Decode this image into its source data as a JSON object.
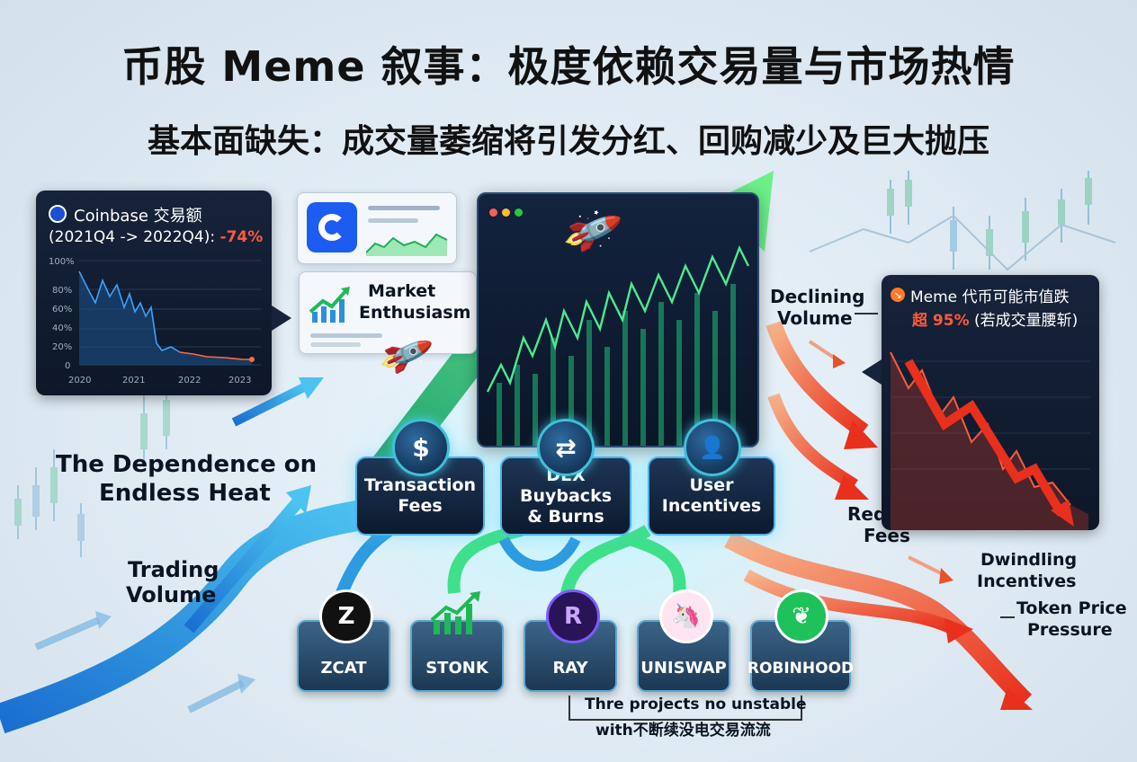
{
  "title": "币股 Meme 叙事：极度依赖交易量与市场热情",
  "subtitle": "基本面缺失：成交量萎缩将引发分红、回购减少及巨大抛压",
  "coinbase_panel": {
    "heading_line1": "Coinbase 交易额",
    "heading_line2": "(2021Q4 -> 2022Q4): ",
    "heading_change": "-74%",
    "y_ticks": [
      "100%",
      "80%",
      "60%",
      "40%",
      "20%",
      "0"
    ],
    "x_ticks": [
      "2020",
      "2021",
      "2022",
      "2023"
    ]
  },
  "market_card": {
    "line1": "Market",
    "line2": "Enthusiasm"
  },
  "left_labels": {
    "dependence_line1": "The Dependence on",
    "dependence_line2": "Endless Heat",
    "trading_line1": "Trading",
    "trading_line2": "Volume"
  },
  "nodes": [
    {
      "name": "transaction-fees",
      "line1": "Transaction",
      "line2": "Fees",
      "icon": "$"
    },
    {
      "name": "dex-buybacks",
      "line1": "DEX Buybacks",
      "line2": "& Burns",
      "icon": "⇄"
    },
    {
      "name": "user-incentives",
      "line1": "User",
      "line2": "Incentives",
      "icon": "👤"
    }
  ],
  "projects": [
    {
      "label": "ZCAT",
      "logo": "Z",
      "logo_bg": "#111111",
      "logo_fg": "#ffffff"
    },
    {
      "label": "STONK",
      "logo": "",
      "logo_bg": "transparent",
      "logo_fg": "#1db954"
    },
    {
      "label": "RAY",
      "logo": "R",
      "logo_bg": "#3a1a6e",
      "logo_fg": "#c9a7ff"
    },
    {
      "label": "UNISWAP",
      "logo": "🦄",
      "logo_bg": "#fde6f2",
      "logo_fg": "#ff2d8a"
    },
    {
      "label": "ROBINHOOD",
      "logo": "❦",
      "logo_bg": "#1fc25a",
      "logo_fg": "#ffffff"
    }
  ],
  "bottom_note": {
    "line1": "Thre projects no unstable",
    "line2": "with不断续没电交易流流"
  },
  "right_labels": {
    "declining_line1": "Declining",
    "declining_line2": "Volume",
    "reduced_line1": "Reduced",
    "reduced_line2": "Fees",
    "dwindling_line1": "Dwindling",
    "dwindling_line2": "Incentives",
    "pressure_line1": "Token Price",
    "pressure_line2": "Pressure"
  },
  "meme_panel": {
    "line1": "Meme 代币可能市值跌",
    "line2_highlight": "超 95%",
    "line2_rest": " (若成交量腰斩)"
  },
  "colors": {
    "growth_green": "#3fe08a",
    "flow_blue": "#2d9be0",
    "decline_red": "#f04a2a",
    "highlight_red": "#ff5a3c"
  }
}
